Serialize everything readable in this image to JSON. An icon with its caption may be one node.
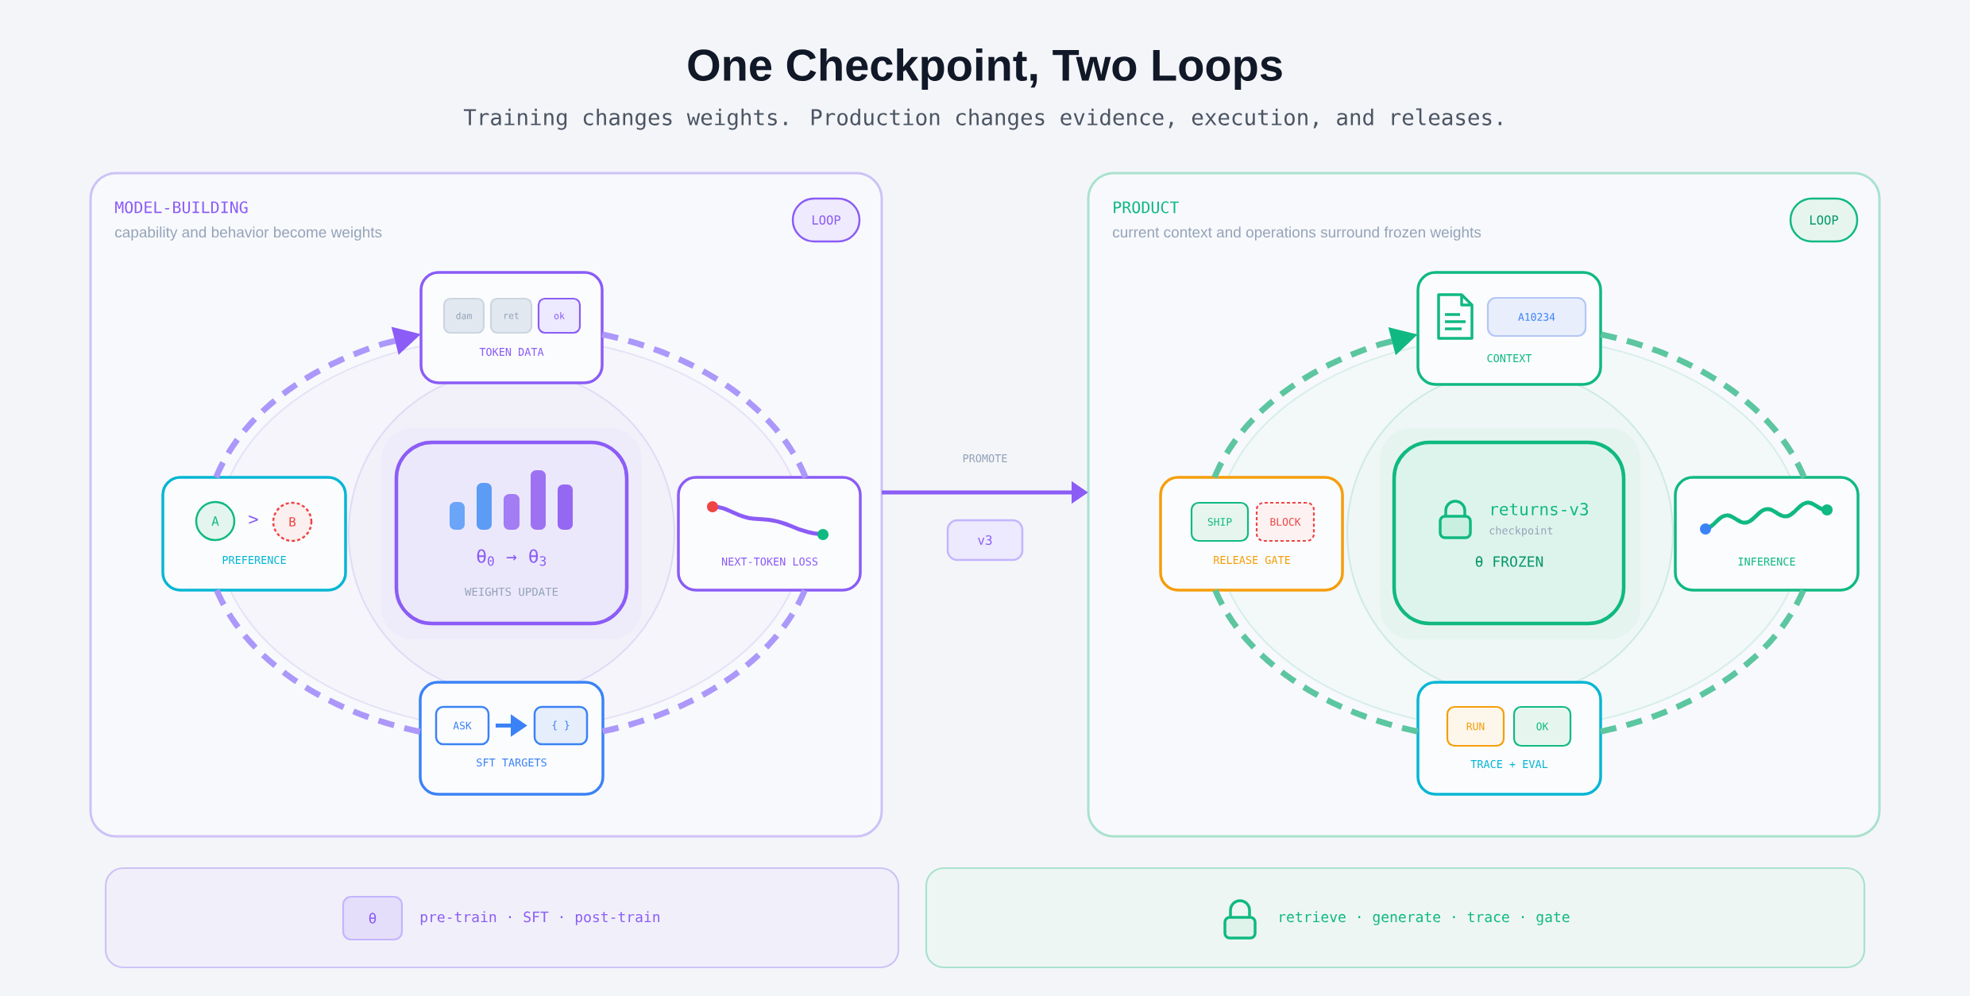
{
  "diagram": {
    "title": "One Checkpoint, Two Loops",
    "nodes": [
      {
        "text": [
          "MODEL-BUILDING",
          "capability and behavior become weights"
        ]
      },
      {
        "text": [
          "LOOP"
        ],
        "in": 0
      },
      {
        "text": [
          "TOKEN DATA"
        ],
        "in": 0
      },
      {
        "text": [
          "dam"
        ],
        "in": 2
      },
      {
        "text": [
          "ret"
        ],
        "in": 2
      },
      {
        "text": [
          "ok"
        ],
        "in": 2
      },
      {
        "text": [
          "PREFERENCE"
        ],
        "in": 0
      },
      {
        "text": [
          "A"
        ],
        "in": 6
      },
      {
        "text": [
          "B"
        ],
        "in": 6
      },
      {
        "text": [
          "θ$_{0}$ → θ$_{3}$",
          "WEIGHTS UPDATE"
        ],
        "in": 0
      },
      {
        "text": [
          "NEXT-TOKEN LOSS"
        ],
        "in": 0
      },
      {
        "text": [
          "SFT TARGETS"
        ],
        "in": 0
      },
      {
        "text": [
          "ASK"
        ],
        "in": 11
      },
      {
        "text": [
          "{ }"
        ],
        "in": 11
      },
      {
        "text": [
          "v3"
        ]
      },
      {
        "text": [
          "PRODUCT",
          "current context and operations surround frozen weights"
        ]
      },
      {
        "text": [
          "LOOP"
        ],
        "in": 15
      },
      {
        "text": [
          "CONTEXT"
        ],
        "in": 15
      },
      {
        "text": [
          "A10234"
        ],
        "in": 17
      },
      {
        "text": [
          "RELEASE GATE"
        ],
        "in": 15
      },
      {
        "text": [
          "SHIP"
        ],
        "in": 19
      },
      {
        "text": [
          "BLOCK"
        ],
        "in": 19
      },
      {
        "text": [
          "returns-v3",
          "checkpoint",
          "θ FROZEN"
        ],
        "in": 15
      },
      {
        "text": [
          "INFERENCE"
        ],
        "in": 15
      },
      {
        "text": [
          "TRACE + EVAL"
        ],
        "in": 15
      },
      {
        "text": [
          "RUN"
        ],
        "in": 24
      },
      {
        "text": [
          "OK"
        ],
        "in": 24
      },
      {
        "text": [
          "pre-train · SFT · post-train"
        ]
      },
      {
        "text": [
          "θ"
        ],
        "in": 27
      },
      {
        "text": [
          "retrieve · generate · trace · gate"
        ]
      }
    ],
    "edges": [
      {
        "from": 6,
        "to": 2,
        "arrow": "to",
        "style": "dashed",
        "color": "#ac98fa"
      },
      {
        "from": 2,
        "to": 10,
        "arrow": "none",
        "style": "dashed",
        "color": "#ac98fa"
      },
      {
        "from": 10,
        "to": 11,
        "arrow": "none",
        "style": "dashed",
        "color": "#ac98fa"
      },
      {
        "from": 11,
        "to": 6,
        "arrow": "none",
        "style": "dashed",
        "color": "#ac98fa"
      },
      {
        "from": 12,
        "to": 13,
        "arrow": "to",
        "color": "#3b82f6"
      },
      {
        "from": 0,
        "to": 15,
        "arrow": "to",
        "label": "PROMOTE",
        "color": "#8b5cf6"
      },
      {
        "from": 19,
        "to": 17,
        "arrow": "to",
        "style": "dashed",
        "color": "#5cc6a0"
      },
      {
        "from": 17,
        "to": 23,
        "arrow": "none",
        "style": "dashed",
        "color": "#5cc6a0"
      },
      {
        "from": 23,
        "to": 24,
        "arrow": "none",
        "style": "dashed",
        "color": "#5cc6a0"
      },
      {
        "from": 24,
        "to": 19,
        "arrow": "none",
        "style": "dashed",
        "color": "#5cc6a0"
      }
    ],
    "labels": [
      "Training changes weights. Production changes evidence, execution, and releases.",
      ">"
    ]
  }
}
